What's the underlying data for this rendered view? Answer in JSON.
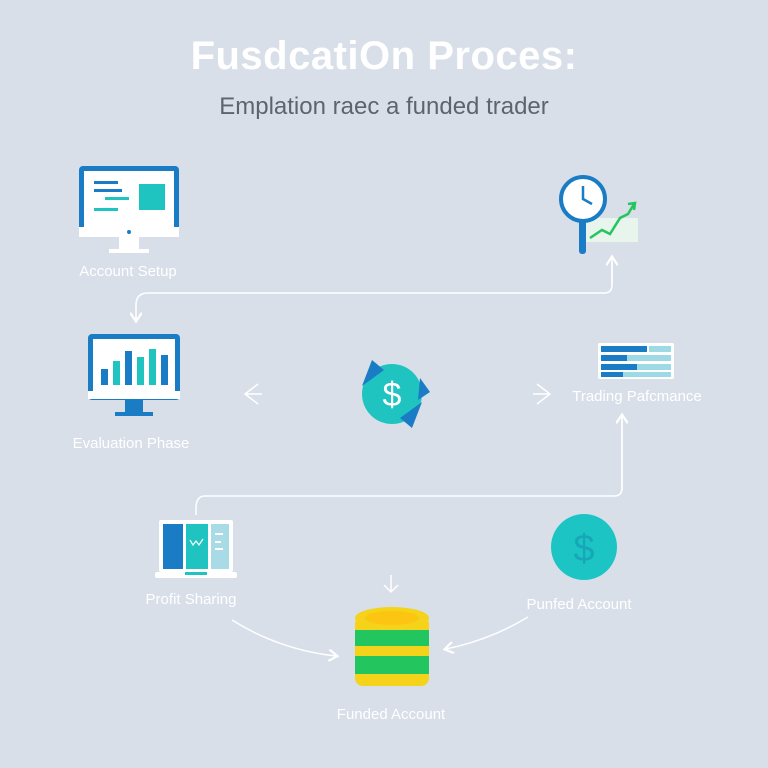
{
  "header": {
    "title": "FusdcatiOn Proces:",
    "subtitle": "Emplation raec a funded trader"
  },
  "steps": [
    {
      "label": "Account Setup",
      "icon": "monitor-icon"
    },
    {
      "label": "Evaluation Phase",
      "icon": "bar-chart-monitor-icon"
    },
    {
      "label": "Trading Pafcmance",
      "icon": "table-icon"
    },
    {
      "label": "Profit Sharing",
      "icon": "laptop-chart-icon"
    },
    {
      "label": "Punfed Account",
      "icon": "dollar-coin-icon"
    },
    {
      "label": "Funded Account",
      "icon": "coin-stack-icon"
    }
  ],
  "colors": {
    "background": "#d8dfe9",
    "blue": "#1a7cc4",
    "teal": "#1fc4c0",
    "green": "#22c55e",
    "yellow": "#f5d31a"
  }
}
